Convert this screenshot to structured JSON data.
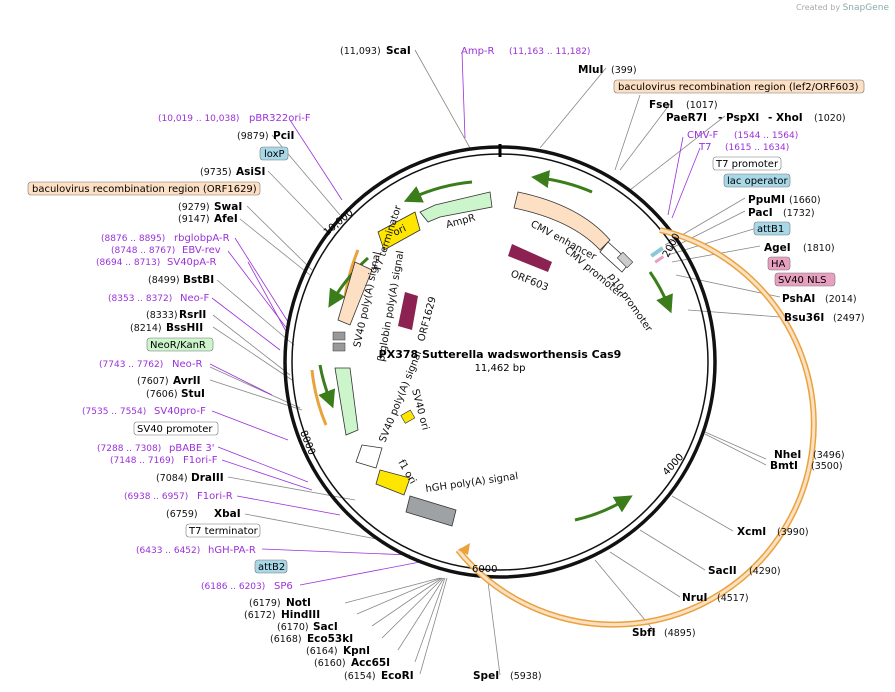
{
  "logo": {
    "created_by": "Created by",
    "brand": "SnapGene"
  },
  "center": {
    "name": "PX378 Sutterella wadsworthensis Cas9",
    "length": "11,462 bp"
  },
  "ticks": [
    "2000",
    "4000",
    "6000",
    "8000",
    "10,000"
  ],
  "enzymes": {
    "scai": {
      "name": "ScaI",
      "pos": "(11,093)"
    },
    "mlui": {
      "name": "MluI",
      "pos": "(399)"
    },
    "fsei": {
      "name": "FseI",
      "pos": "(1017)"
    },
    "paer7i": {
      "name": "PaeR7I",
      "sep1": "-",
      "name2": "PspXI",
      "sep2": "-",
      "name3": "XhoI",
      "pos": "(1020)"
    },
    "ppumi": {
      "name": "PpuMI",
      "pos": "(1660)"
    },
    "paci": {
      "name": "PacI",
      "pos": "(1732)"
    },
    "agei": {
      "name": "AgeI",
      "pos": "(1810)"
    },
    "pshai": {
      "name": "PshAI",
      "pos": "(2014)"
    },
    "bsu36i": {
      "name": "Bsu36I",
      "pos": "(2497)"
    },
    "nhei": {
      "name": "NheI",
      "pos": "(3496)"
    },
    "bmti": {
      "name": "BmtI",
      "pos": "(3500)"
    },
    "xcmi": {
      "name": "XcmI",
      "pos": "(3990)"
    },
    "sacii": {
      "name": "SacII",
      "pos": "(4290)"
    },
    "nrui": {
      "name": "NruI",
      "pos": "(4517)"
    },
    "sbfi": {
      "name": "SbfI",
      "pos": "(4895)"
    },
    "spei": {
      "name": "SpeI",
      "pos": "(5938)"
    },
    "ecori": {
      "name": "EcoRI",
      "pos": "(6154)"
    },
    "acc65i": {
      "name": "Acc65I",
      "pos": "(6160)"
    },
    "kpni": {
      "name": "KpnI",
      "pos": "(6164)"
    },
    "eco53ki": {
      "name": "Eco53kI",
      "pos": "(6168)"
    },
    "saci": {
      "name": "SacI",
      "pos": "(6170)"
    },
    "hindiii": {
      "name": "HindIII",
      "pos": "(6172)"
    },
    "noti": {
      "name": "NotI",
      "pos": "(6179)"
    },
    "xbai": {
      "name": "XbaI",
      "pos": "(6759)"
    },
    "draiii": {
      "name": "DraIII",
      "pos": "(7084)"
    },
    "stui": {
      "name": "StuI",
      "pos": "(7606)"
    },
    "avrii": {
      "name": "AvrII",
      "pos": "(7607)"
    },
    "bsshii": {
      "name": "BssHII",
      "pos": "(8214)"
    },
    "rsrii": {
      "name": "RsrII",
      "pos": "(8333)"
    },
    "bstbi": {
      "name": "BstBI",
      "pos": "(8499)"
    },
    "afei": {
      "name": "AfeI",
      "pos": "(9147)"
    },
    "swai": {
      "name": "SwaI",
      "pos": "(9279)"
    },
    "asisi": {
      "name": "AsiSI",
      "pos": "(9735)"
    },
    "pcii": {
      "name": "PciI",
      "pos": "(9879)"
    }
  },
  "primers": {
    "ampr": {
      "name": "Amp-R",
      "pos": "(11,163 .. 11,182)"
    },
    "cmvf": {
      "name": "CMV-F",
      "pos": "(1544 .. 1564)"
    },
    "t7": {
      "name": "T7",
      "pos": "(1615 .. 1634)"
    },
    "pbr322": {
      "name": "pBR322ori-F",
      "pos": "(10,019 .. 10,038)"
    },
    "rbglobpa": {
      "name": "rbglobpA-R",
      "pos": "(8876 .. 8895)"
    },
    "ebvrev": {
      "name": "EBV-rev",
      "pos": "(8748 .. 8767)"
    },
    "sv40par": {
      "name": "SV40pA-R",
      "pos": "(8694 .. 8713)"
    },
    "neof": {
      "name": "Neo-F",
      "pos": "(8353 .. 8372)"
    },
    "neor": {
      "name": "Neo-R",
      "pos": "(7743 .. 7762)"
    },
    "sv40prof": {
      "name": "SV40pro-F",
      "pos": "(7535 .. 7554)"
    },
    "pbabe3": {
      "name": "pBABE 3'",
      "pos": "(7288 .. 7308)"
    },
    "f1orif": {
      "name": "F1ori-F",
      "pos": "(7148 .. 7169)"
    },
    "f1orir": {
      "name": "F1ori-R",
      "pos": "(6938 .. 6957)"
    },
    "hghpar": {
      "name": "hGH-PA-R",
      "pos": "(6433 .. 6452)"
    },
    "sp6": {
      "name": "SP6",
      "pos": "(6186 .. 6203)"
    }
  },
  "boxes": {
    "bac_lef2": "baculovirus recombination region (lef2/ORF603)",
    "bac_orf1629": "baculovirus recombination region (ORF1629)",
    "loxp": "loxP",
    "t7prom": "T7 promoter",
    "lacop": "lac operator",
    "attb1": "attB1",
    "ha": "HA",
    "sv40nls": "SV40 NLS",
    "neokan": "NeoR/KanR",
    "sv40prom": "SV40 promoter",
    "t7term": "T7 terminator",
    "attb2": "attB2"
  },
  "features": {
    "ampr": "AmpR",
    "ori": "ori",
    "cmv_enh": "CMV enhancer",
    "cmv_prom": "CMV promoter",
    "p10": "p10 promoter",
    "orf603": "ORF603",
    "orf1629": "ORF1629",
    "t7term_in": "T7 terminator",
    "sv40pa": "SV40 poly(A) signal",
    "bglobin": "β-globin poly(A) signal",
    "sv40ori": "SV40 ori",
    "f1ori": "f1 ori",
    "hgh": "hGH poly(A) signal"
  },
  "colors": {
    "enzyme": "#000000",
    "primer": "#9b30d9",
    "feature_orange": "#fde0c3",
    "feature_green": "#ccf5cc",
    "yellow": "#ffe600",
    "maroon": "#8b2252",
    "cas9_orange": "#e8a33c"
  }
}
